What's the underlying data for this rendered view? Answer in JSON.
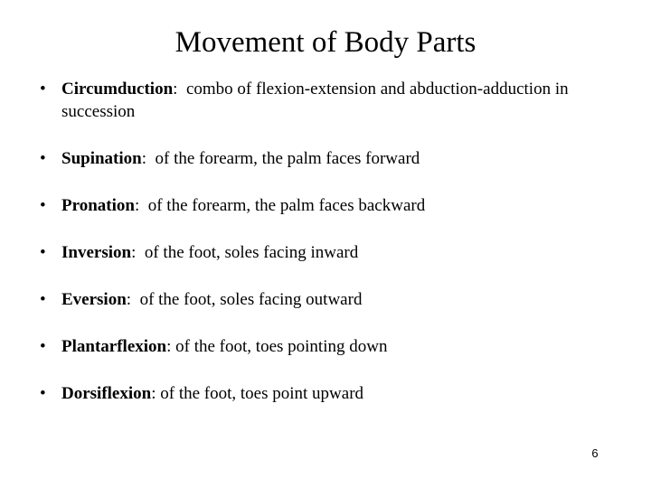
{
  "slide": {
    "title": "Movement of Body Parts",
    "page_number": "6",
    "bullet_marker": "•",
    "text_color": "#000000",
    "background_color": "#ffffff",
    "bullets": [
      {
        "term": "Circumduction",
        "separator": ":  ",
        "description": "combo of flexion-extension and abduction-adduction in succession"
      },
      {
        "term": "Supination",
        "separator": ":  ",
        "description": "of the forearm, the palm faces forward"
      },
      {
        "term": "Pronation",
        "separator": ":  ",
        "description": "of the forearm, the palm faces backward"
      },
      {
        "term": "Inversion",
        "separator": ":  ",
        "description": "of the foot, soles facing inward"
      },
      {
        "term": "Eversion",
        "separator": ":  ",
        "description": "of the foot, soles facing outward"
      },
      {
        "term": "Plantarflexion",
        "separator": ": ",
        "description": "of the foot, toes pointing down"
      },
      {
        "term": "Dorsiflexion",
        "separator": ": ",
        "description": "of the foot, toes point upward"
      }
    ]
  }
}
